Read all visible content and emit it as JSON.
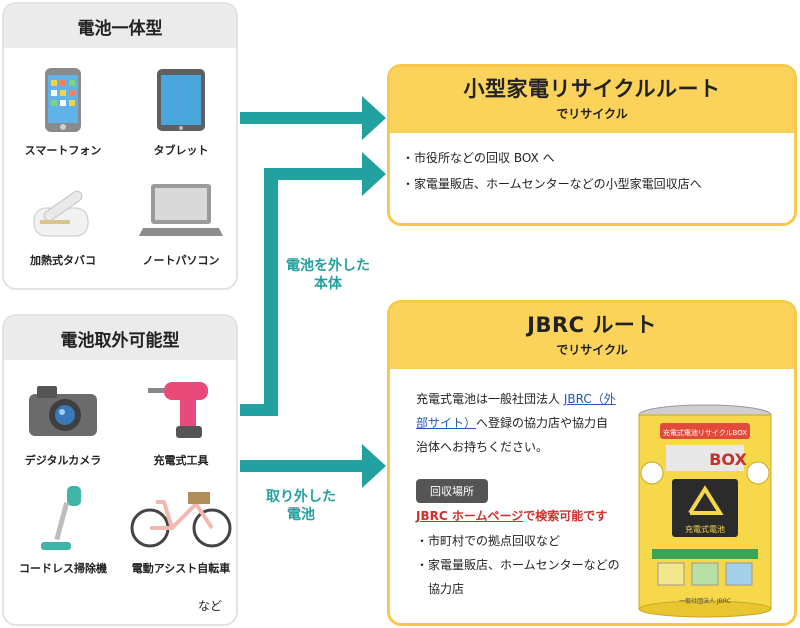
{
  "integrated": {
    "title": "電池一体型",
    "devices": [
      {
        "label": "スマートフォン",
        "icon": "smartphone-icon"
      },
      {
        "label": "タブレット",
        "icon": "tablet-icon"
      },
      {
        "label": "加熱式タバコ",
        "icon": "heated-tobacco-icon"
      },
      {
        "label": "ノートパソコン",
        "icon": "laptop-icon"
      }
    ]
  },
  "removable": {
    "title": "電池取外可能型",
    "devices": [
      {
        "label": "デジタルカメラ",
        "icon": "camera-icon"
      },
      {
        "label": "充電式工具",
        "icon": "power-drill-icon"
      },
      {
        "label": "コードレス掃除機",
        "icon": "cordless-vacuum-icon"
      },
      {
        "label": "電動アシスト自転車",
        "icon": "electric-bicycle-icon"
      }
    ],
    "etc": "など"
  },
  "arrows": {
    "body_label_line1": "電池を外した",
    "body_label_line2": "本体",
    "battery_label_line1": "取り外した",
    "battery_label_line2": "電池"
  },
  "small_route": {
    "title": "小型家電リサイクルルート",
    "subtitle": "でリサイクル",
    "items": [
      "市役所などの回収 BOX へ",
      "家電量販店、ホームセンターなどの小型家電回収店へ"
    ]
  },
  "jbrc_route": {
    "title": "JBRC ルート",
    "subtitle": "でリサイクル",
    "text_before": "充電式電池は一般社団法人 ",
    "link_text": "JBRC（外部サイト）",
    "text_after": "へ登録の協力店や協力自治体へお持ちください。",
    "location_badge": "回収場所",
    "homepage_link": "JBRC ホームページ",
    "homepage_suffix": "で検索可能です",
    "items": [
      "市町村での拠点回収など",
      "家電量販店、ホームセンターなどの協力店"
    ],
    "can": {
      "top_text": "充電式電池リサイクルBOX",
      "big_text": "BOX",
      "center_label": "充電式電池",
      "maker": "一般社団法人 JBRC"
    }
  },
  "colors": {
    "teal": "#23a0a0",
    "route_yellow": "#fbd35a",
    "panel_gray": "#ebebeb",
    "link_blue": "#2457b8",
    "link_red": "#d0302f"
  }
}
